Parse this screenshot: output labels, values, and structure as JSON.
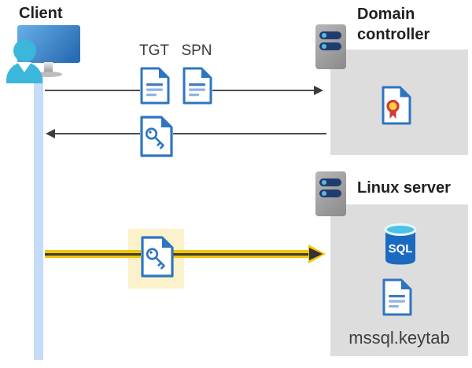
{
  "labels": {
    "client": "Client",
    "tgt": "TGT",
    "spn": "SPN",
    "domain_controller": "Domain controller",
    "linux_server": "Linux server",
    "sql": "SQL",
    "mssql_keytab": "mssql.keytab"
  },
  "nodes": {
    "client": {
      "label": "Client",
      "icon": "client-monitor-user-icon",
      "lifeline": true
    },
    "domain_controller": {
      "label": "Domain controller",
      "icon": "server-icon",
      "contents": [
        "certificate-icon"
      ]
    },
    "linux_server": {
      "label": "Linux server",
      "icon": "server-icon",
      "contents": [
        "sql-database-icon",
        "keytab-document-icon"
      ],
      "file": "mssql.keytab"
    }
  },
  "flows": [
    {
      "from": "client",
      "to": "domain_controller",
      "direction": "right",
      "items": [
        "TGT",
        "SPN"
      ],
      "item_icons": [
        "document-icon",
        "document-icon"
      ],
      "emphasized": false
    },
    {
      "from": "domain_controller",
      "to": "client",
      "direction": "left",
      "items": [
        "key-ticket"
      ],
      "item_icons": [
        "key-document-icon"
      ],
      "emphasized": false
    },
    {
      "from": "client",
      "to": "linux_server",
      "direction": "right",
      "items": [
        "key-ticket"
      ],
      "item_icons": [
        "key-document-icon"
      ],
      "emphasized": true,
      "highlighted_item": true
    }
  ],
  "colors": {
    "accent_blue": "#2e75c1",
    "doc_line_dark": "#3f7cc2",
    "doc_line_light": "#8fb4de",
    "lifeline_blue": "#c6ddfa",
    "panel_gray": "#dddddd",
    "highlight_yellow": "#fbf2cb",
    "arrow_yellow": "#f2c500",
    "arrow_gray": "#4d4d4d",
    "sql_blue": "#1b6ac2",
    "sql_top_cyan": "#4ac2e9",
    "cert_red": "#cf3a3a",
    "cert_gold": "#ffd23b",
    "server_bar_navy": "#203c6f",
    "person_cyan": "#3ab7da"
  }
}
